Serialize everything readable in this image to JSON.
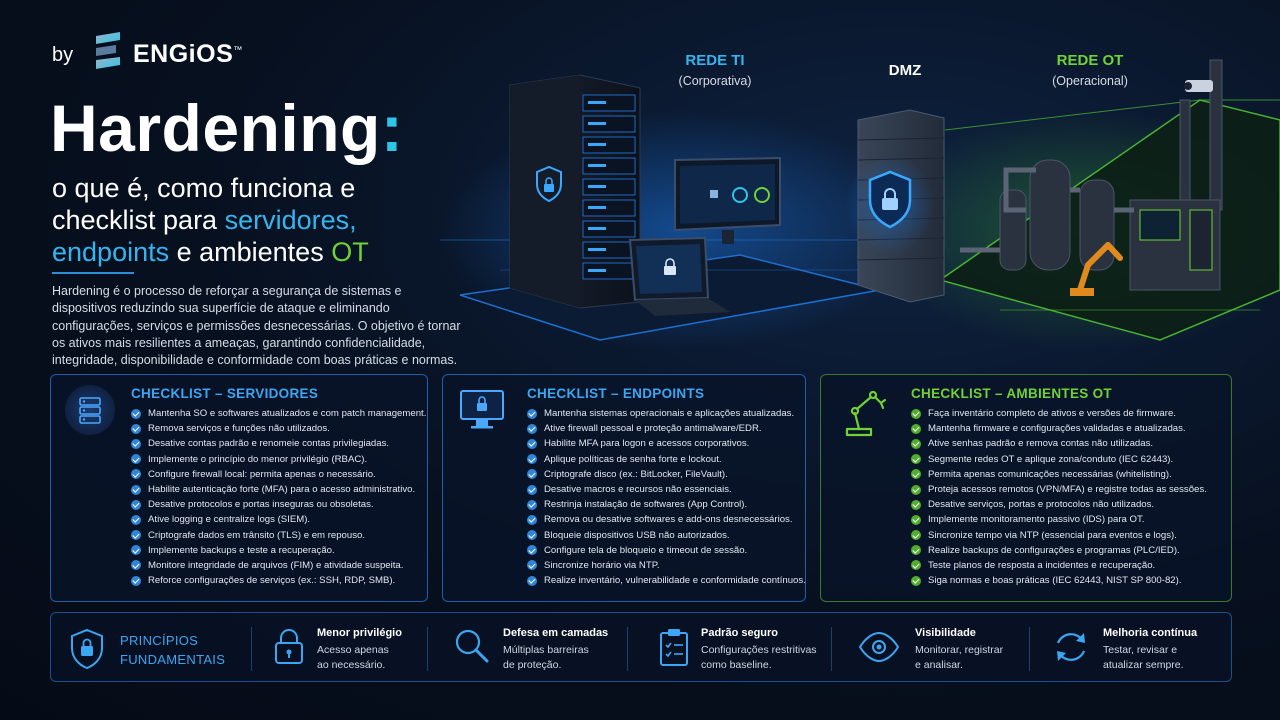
{
  "brand": {
    "by": "by",
    "name": "ENGiOS",
    "tm": "™"
  },
  "hero": {
    "title": "Hardening",
    "title_colon": ":",
    "subtitle_line1": "o que é, como funciona e",
    "subtitle_line2_pre": "checklist para ",
    "subtitle_line2_hl": "servidores,",
    "subtitle_line3_hl": "endpoints",
    "subtitle_line3_mid": " e ambientes ",
    "subtitle_line3_green": "OT",
    "intro": "Hardening é o processo de reforçar a segurança de sistemas e dispositivos reduzindo sua superfície de ataque e eliminando configurações, serviços e permissões desnecessárias. O objetivo é tornar os ativos mais resilientes a ameaças, garantindo confidencialidade, integridade, disponibilidade e conformidade com boas práticas e normas."
  },
  "network": {
    "it_label": "REDE TI",
    "it_sub": "(Corporativa)",
    "dmz_label": "DMZ",
    "ot_label": "REDE OT",
    "ot_sub": "(Operacional)"
  },
  "checklists": {
    "servers": {
      "title": "CHECKLIST – SERVIDORES",
      "items": [
        "Mantenha SO e softwares atualizados e com patch management.",
        "Remova serviços e funções não utilizados.",
        "Desative contas padrão e renomeie contas privilegiadas.",
        "Implemente o princípio do menor privilégio (RBAC).",
        "Configure firewall local: permita apenas o necessário.",
        "Habilite autenticação forte (MFA) para o acesso administrativo.",
        "Desative protocolos e portas inseguras ou obsoletas.",
        "Ative logging e centralize logs (SIEM).",
        "Criptografe dados em trânsito (TLS) e em repouso.",
        "Implemente backups e teste a recuperação.",
        "Monitore integridade de arquivos (FIM) e atividade suspeita.",
        "Reforce configurações de serviços (ex.: SSH, RDP, SMB)."
      ]
    },
    "endpoints": {
      "title": "CHECKLIST – ENDPOINTS",
      "items": [
        "Mantenha sistemas operacionais e aplicações atualizadas.",
        "Ative firewall pessoal e proteção antimalware/EDR.",
        "Habilite MFA para logon e acessos corporativos.",
        "Aplique políticas de senha forte e lockout.",
        "Criptografe disco (ex.: BitLocker, FileVault).",
        "Desative macros e recursos não essenciais.",
        "Restrinja instalação de softwares (App Control).",
        "Remova ou desative softwares e add-ons desnecessários.",
        "Bloqueie dispositivos USB não autorizados.",
        "Configure tela de bloqueio e timeout de sessão.",
        "Sincronize horário via NTP.",
        "Realize inventário, vulnerabilidade e conformidade contínuos."
      ]
    },
    "ot": {
      "title": "CHECKLIST – AMBIENTES OT",
      "items": [
        "Faça inventário completo de ativos e versões de firmware.",
        "Mantenha firmware e configurações validadas e atualizadas.",
        "Ative senhas padrão e remova contas não utilizadas.",
        "Segmente redes OT e aplique zona/conduto (IEC 62443).",
        "Permita apenas comunicações necessárias (whitelisting).",
        "Proteja acessos remotos (VPN/MFA) e registre todas as sessões.",
        "Desative serviços, portas e protocolos não utilizados.",
        "Implemente monitoramento passivo (IDS) para OT.",
        "Sincronize tempo via NTP (essencial para eventos e logs).",
        "Realize backups de configurações e programas (PLC/IED).",
        "Teste planos de resposta a incidentes e recuperação.",
        "Siga normas e boas práticas (IEC 62443, NIST SP 800-82)."
      ]
    }
  },
  "principles": {
    "heading_line1": "PRINCÍPIOS",
    "heading_line2": "FUNDAMENTAIS",
    "items": [
      {
        "title": "Menor privilégio",
        "desc_line1": "Acesso apenas",
        "desc_line2": "ao necessário.",
        "icon": "lock-icon"
      },
      {
        "title": "Defesa em camadas",
        "desc_line1": "Múltiplas barreiras",
        "desc_line2": "de proteção.",
        "icon": "magnifier-icon"
      },
      {
        "title": "Padrão seguro",
        "desc_line1": "Configurações restritivas",
        "desc_line2": "como baseline.",
        "icon": "clipboard-icon"
      },
      {
        "title": "Visibilidade",
        "desc_line1": "Monitorar, registrar",
        "desc_line2": "e analisar.",
        "icon": "eye-icon"
      },
      {
        "title": "Melhoria contínua",
        "desc_line1": "Testar, revisar e",
        "desc_line2": "atualizar sempre.",
        "icon": "refresh-icon"
      }
    ]
  },
  "colors": {
    "accent_cyan": "#2ec6e6",
    "it_blue": "#34b5f0",
    "ot_green": "#6fd236",
    "background": "#07101f"
  }
}
